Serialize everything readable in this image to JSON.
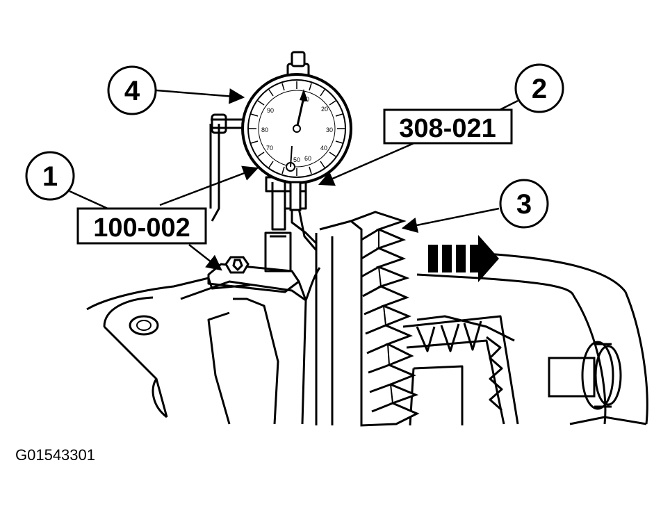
{
  "callouts": {
    "c1": "1",
    "c2": "2",
    "c3": "3",
    "c4": "4"
  },
  "tool_labels": {
    "tool_1": "100-002",
    "tool_2": "308-021"
  },
  "dial": {
    "marks": [
      "10",
      "20",
      "30",
      "40",
      "50",
      "60",
      "70",
      "80",
      "90"
    ]
  },
  "figure_id": "G01543301",
  "colors": {
    "ink": "#000000",
    "paper": "#ffffff"
  }
}
